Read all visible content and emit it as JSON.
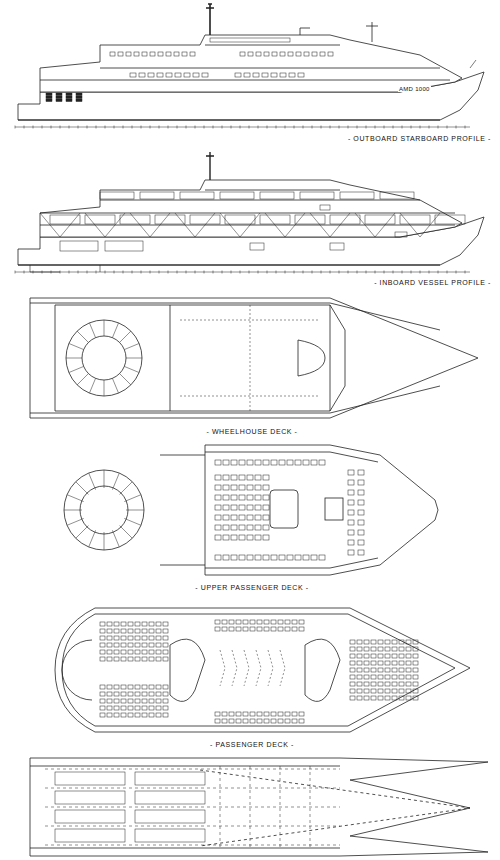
{
  "diagram": {
    "labels": [
      "AMD 1000",
      "- OUTBOARD STARBOARD PROFILE -",
      "- INBOARD VESSEL PROFILE -",
      "- WHEELHOUSE DECK -",
      "- UPPER PASSENGER DECK -",
      "- PASSENGER DECK -"
    ]
  }
}
